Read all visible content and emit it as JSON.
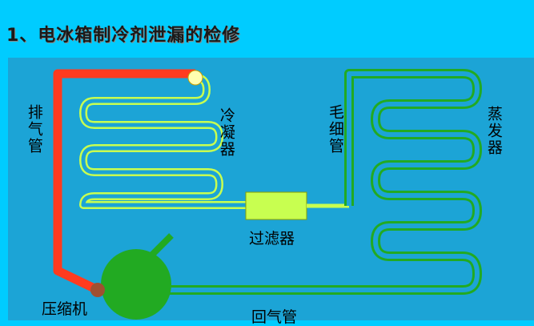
{
  "title": "1、电冰箱制冷剂泄漏的检修",
  "labels": {
    "discharge_pipe": "排气管",
    "condenser": "冷凝器",
    "capillary": "毛细管",
    "evaporator": "蒸发器",
    "filter": "过滤器",
    "compressor": "压缩机",
    "return_pipe": "回气管"
  },
  "colors": {
    "background": "#00ccff",
    "panel": "#1ca4d6",
    "discharge_pipe": "#ff3b1f",
    "condenser": "#c8ff50",
    "capillary_evaporator": "#22aa22",
    "compressor": "#22aa22"
  }
}
